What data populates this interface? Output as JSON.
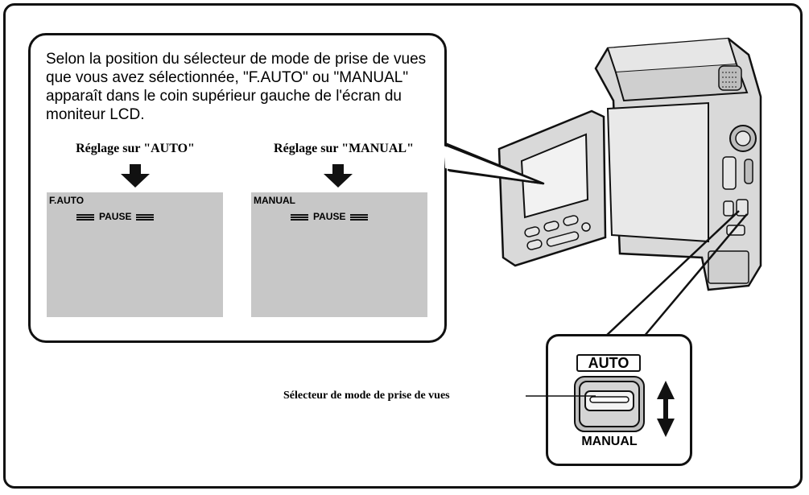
{
  "intro_text": "Selon la position du sélecteur de mode de prise de vues que vous avez sélectionnée, \"F.AUTO\" ou \"MANUAL\" apparaît dans le coin supérieur gauche de l'écran du moniteur LCD.",
  "columns": [
    {
      "heading": "Réglage sur \"AUTO\"",
      "screen_mode": "F.AUTO",
      "screen_status": "PAUSE"
    },
    {
      "heading": "Réglage sur \"MANUAL\"",
      "screen_mode": "MANUAL",
      "screen_status": "PAUSE"
    }
  ],
  "switch": {
    "top_label": "AUTO",
    "bottom_label": "MANUAL",
    "caption": "Sélecteur de mode de prise de vues"
  },
  "colors": {
    "lcd_screen": "#c7c7c7",
    "camera_body": "#d9d9d9",
    "outline": "#111111"
  },
  "icons": [
    "down-arrow-icon",
    "up-down-arrow-icon",
    "camcorder-illustration"
  ]
}
